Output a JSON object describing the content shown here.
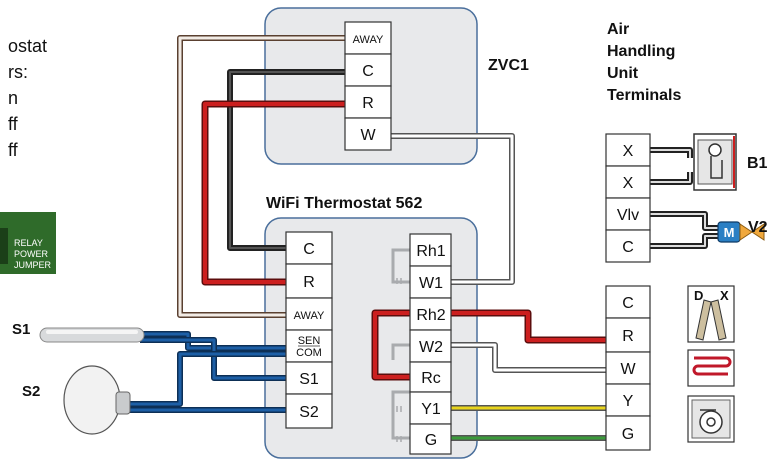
{
  "left_note": {
    "lines": [
      "ostat",
      "rs:",
      "n",
      "ff",
      "ff"
    ]
  },
  "relay_badge": {
    "lines": [
      "RELAY",
      "POWER",
      "JUMPER"
    ],
    "color": "#2f6b2a"
  },
  "zvc": {
    "title": "ZVC1",
    "terminals": [
      "AWAY",
      "C",
      "R",
      "W"
    ]
  },
  "thermostat": {
    "title": "WiFi Thermostat 562",
    "left_terminals": [
      "C",
      "R",
      "AWAY",
      "SEN",
      "COM",
      "S1",
      "S2"
    ],
    "right_terminals": [
      "Rh1",
      "W1",
      "Rh2",
      "W2",
      "Rc",
      "Y1",
      "G"
    ]
  },
  "sensors": {
    "s1_label": "S1",
    "s2_label": "S2"
  },
  "ahu": {
    "title_lines": [
      "Air",
      "Handling",
      "Unit",
      "Terminals"
    ],
    "upper_terminals": [
      "X",
      "X",
      "Vlv",
      "C"
    ],
    "lower_terminals": [
      "C",
      "R",
      "W",
      "Y",
      "G"
    ]
  },
  "components": {
    "b1_label": "B1",
    "v2_label": "V2",
    "motor_glyph": "M",
    "damper_labels": [
      "D",
      "X"
    ]
  },
  "colors": {
    "panel": "#e8e9eb",
    "panel_border": "#4a6f9c",
    "wire_red": "#cc1f1f",
    "wire_black": "#222222",
    "wire_brown": "#8a6a52",
    "wire_blue": "#1d5fa6",
    "wire_yellow": "#e8d41c",
    "wire_green": "#3a9a3a",
    "heat_red": "#c0182a",
    "motor_blue": "#2a7fc4",
    "valve_orange": "#f0a83c",
    "jumper_gray": "#a9abae"
  }
}
